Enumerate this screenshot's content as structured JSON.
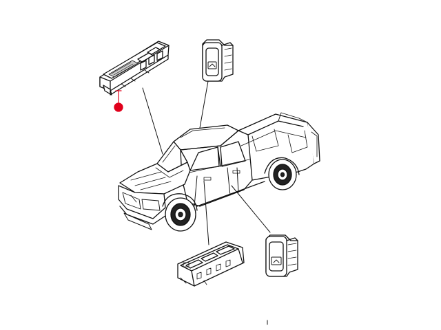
{
  "diagram": {
    "background": "#ffffff",
    "line_color": "#111111",
    "marker_color": "#e0001b",
    "parts": [
      {
        "id": "driver-door-master-switch",
        "icon": "master-window-switch-icon"
      },
      {
        "id": "rear-window-switch-upper",
        "icon": "window-switch-icon"
      },
      {
        "id": "passenger-window-switch",
        "icon": "window-switch-icon"
      },
      {
        "id": "rear-window-switch-lower",
        "icon": "window-switch-icon"
      }
    ],
    "vehicle": {
      "icon": "pickup-truck-icon"
    },
    "highlight": {
      "icon": "callout-dot-icon"
    }
  }
}
